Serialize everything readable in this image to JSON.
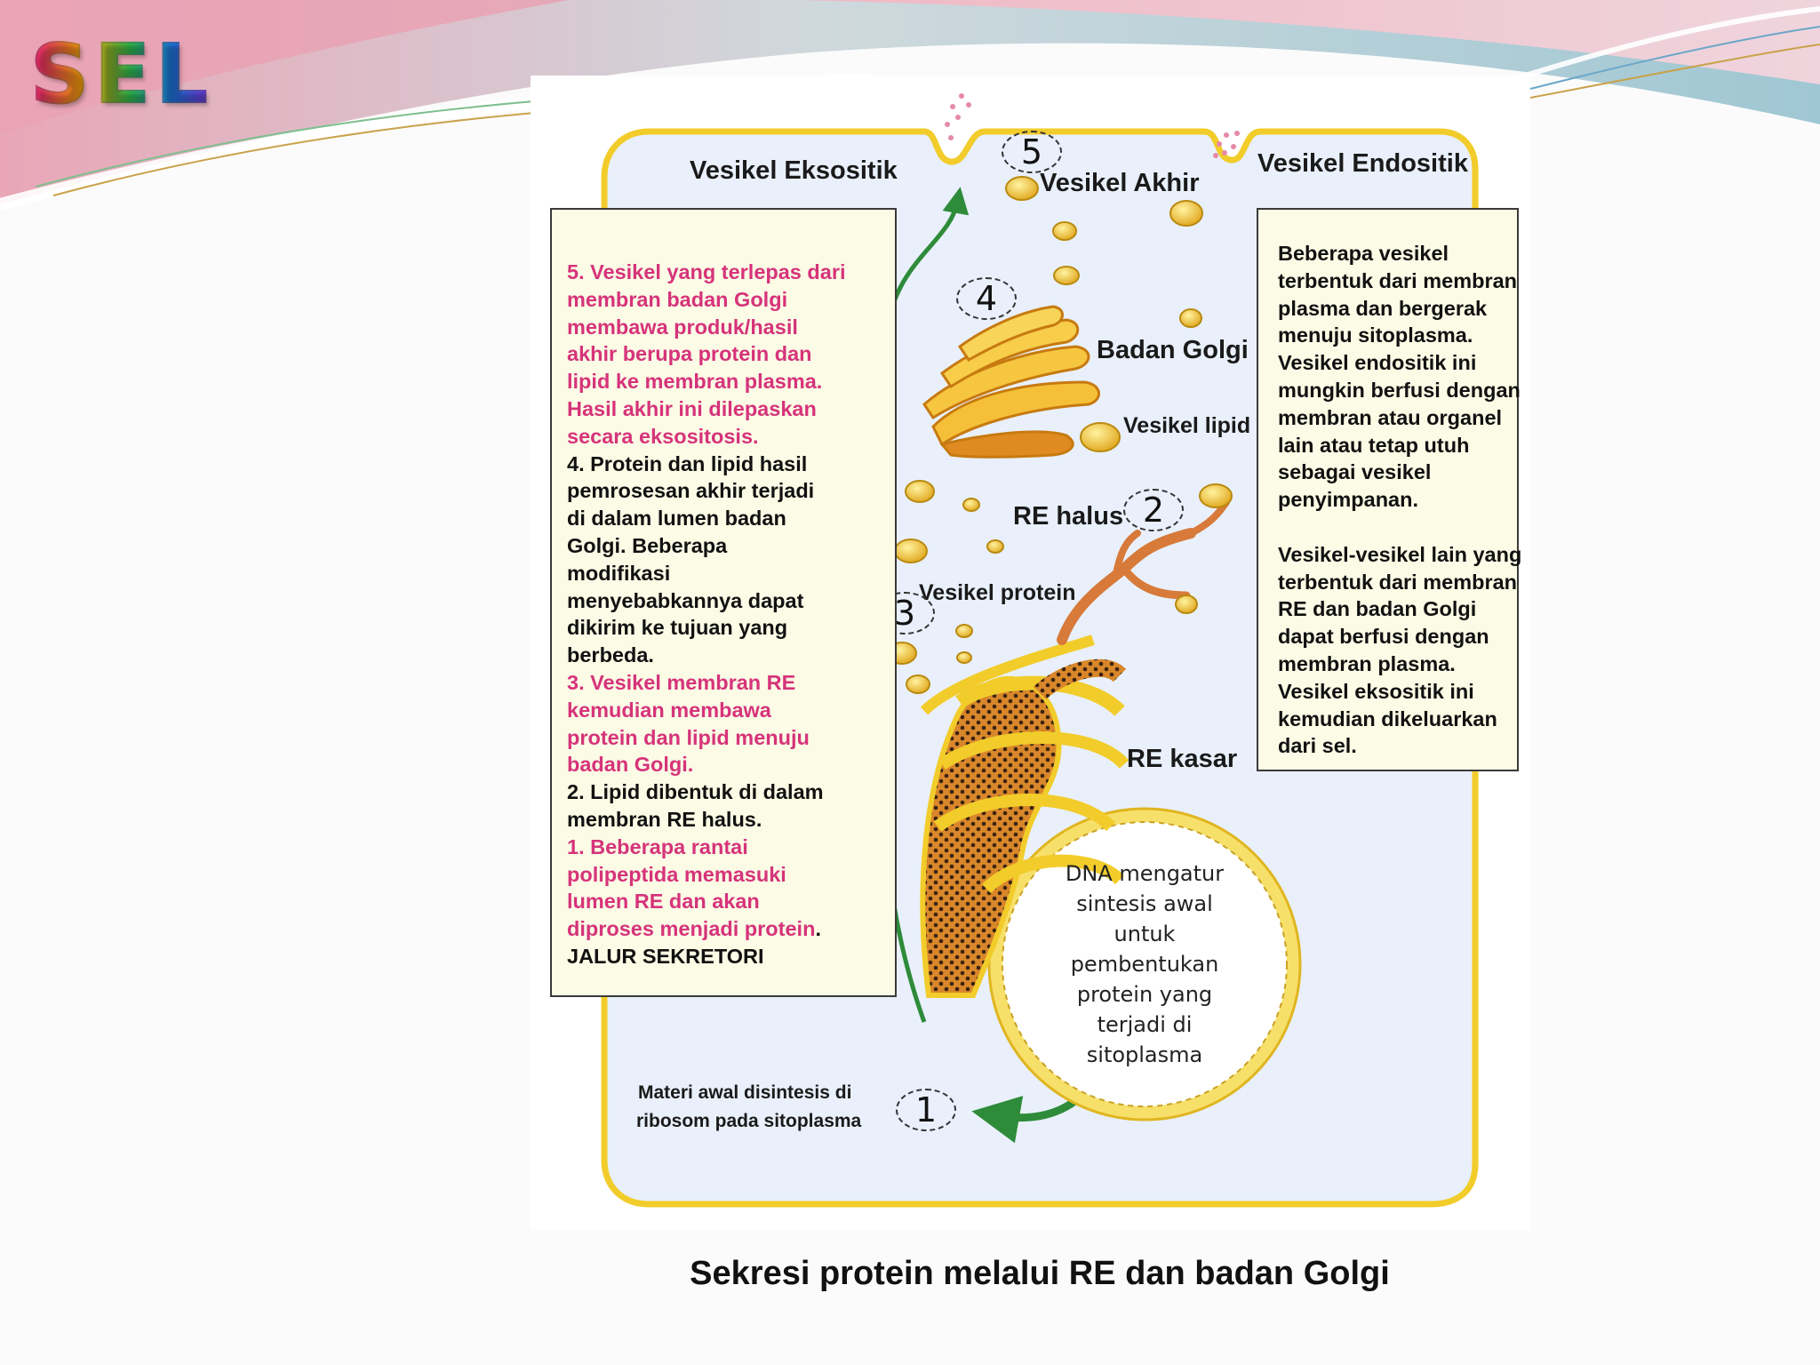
{
  "slide": {
    "title": "SEL",
    "caption": "Sekresi protein melalui RE dan badan Golgi"
  },
  "labels": {
    "vesikel_eksositik": "Vesikel Eksositik",
    "vesikel_akhir": "Vesikel Akhir",
    "vesikel_endositik": "Vesikel Endositik",
    "badan_golgi": "Badan Golgi",
    "vesikel_lipid": "Vesikel lipid",
    "re_halus": "RE halus",
    "vesikel_protein": "Vesikel protein",
    "re_kasar": "RE kasar",
    "materi_awal_line1": "Materi awal disintesis di",
    "materi_awal_line2": "ribosom pada sitoplasma"
  },
  "steps": [
    "1",
    "2",
    "3",
    "4",
    "5"
  ],
  "nucleus_text": [
    "DNA mengatur",
    "sintesis awal",
    "untuk",
    "pembentukan",
    "protein yang",
    "terjadi di",
    "sitoplasma"
  ],
  "left_box": {
    "lines": [
      {
        "text": "5. Vesikel yang terlepas dari",
        "tone": "pink"
      },
      {
        "text": "membran badan Golgi",
        "tone": "pink"
      },
      {
        "text": "membawa produk/hasil",
        "tone": "pink"
      },
      {
        "text": "akhir berupa protein dan",
        "tone": "pink"
      },
      {
        "text": "lipid ke membran plasma.",
        "tone": "pink"
      },
      {
        "text": "Hasil akhir ini dilepaskan",
        "tone": "pink"
      },
      {
        "text": "secara eksositosis.",
        "tone": "pink"
      },
      {
        "text": "4. Protein dan lipid hasil",
        "tone": "dark"
      },
      {
        "text": "pemrosesan akhir terjadi",
        "tone": "dark"
      },
      {
        "text": "di dalam lumen badan",
        "tone": "dark"
      },
      {
        "text": "Golgi. Beberapa",
        "tone": "dark"
      },
      {
        "text": "modifikasi",
        "tone": "dark"
      },
      {
        "text": "menyebabkannya dapat",
        "tone": "dark"
      },
      {
        "text": "dikirim ke tujuan yang",
        "tone": "dark"
      },
      {
        "text": "berbeda.",
        "tone": "dark"
      },
      {
        "text": "3. Vesikel membran RE",
        "tone": "pink"
      },
      {
        "text": "kemudian membawa",
        "tone": "pink"
      },
      {
        "text": "protein dan lipid menuju",
        "tone": "pink"
      },
      {
        "text": "badan Golgi.",
        "tone": "pink"
      },
      {
        "text": "2. Lipid dibentuk di dalam",
        "tone": "dark"
      },
      {
        "text": "membran RE halus.",
        "tone": "dark"
      },
      {
        "text": "1. Beberapa rantai",
        "tone": "pink"
      },
      {
        "text": "polipeptida memasuki",
        "tone": "pink"
      },
      {
        "text": "lumen RE dan akan",
        "tone": "pink"
      },
      {
        "text": "diproses menjadi protein",
        "tone": "pink",
        "suffix": "."
      },
      {
        "text": "JALUR SEKRETORI",
        "tone": "dark"
      }
    ]
  },
  "right_box": {
    "lines": [
      "Beberapa vesikel",
      "terbentuk dari membran",
      "plasma dan bergerak",
      "menuju sitoplasma.",
      "Vesikel endositik ini",
      "mungkin berfusi dengan",
      "membran atau organel",
      "lain atau tetap utuh",
      "sebagai vesikel",
      "penyimpanan.",
      "",
      "Vesikel-vesikel lain yang",
      "terbentuk dari membran",
      "RE dan badan Golgi",
      "dapat berfusi dengan",
      "membran plasma.",
      "Vesikel eksositik ini",
      "kemudian dikeluarkan",
      "dari sel."
    ]
  },
  "colors": {
    "pink_text": "#d6337a",
    "membrane_yellow": "#f2cc2a",
    "cytoplasm": "#e9f0fb",
    "organelle_orange": "#e08a22",
    "arrow_green": "#2e8b3a",
    "box_fill": "#fbfbe6"
  }
}
